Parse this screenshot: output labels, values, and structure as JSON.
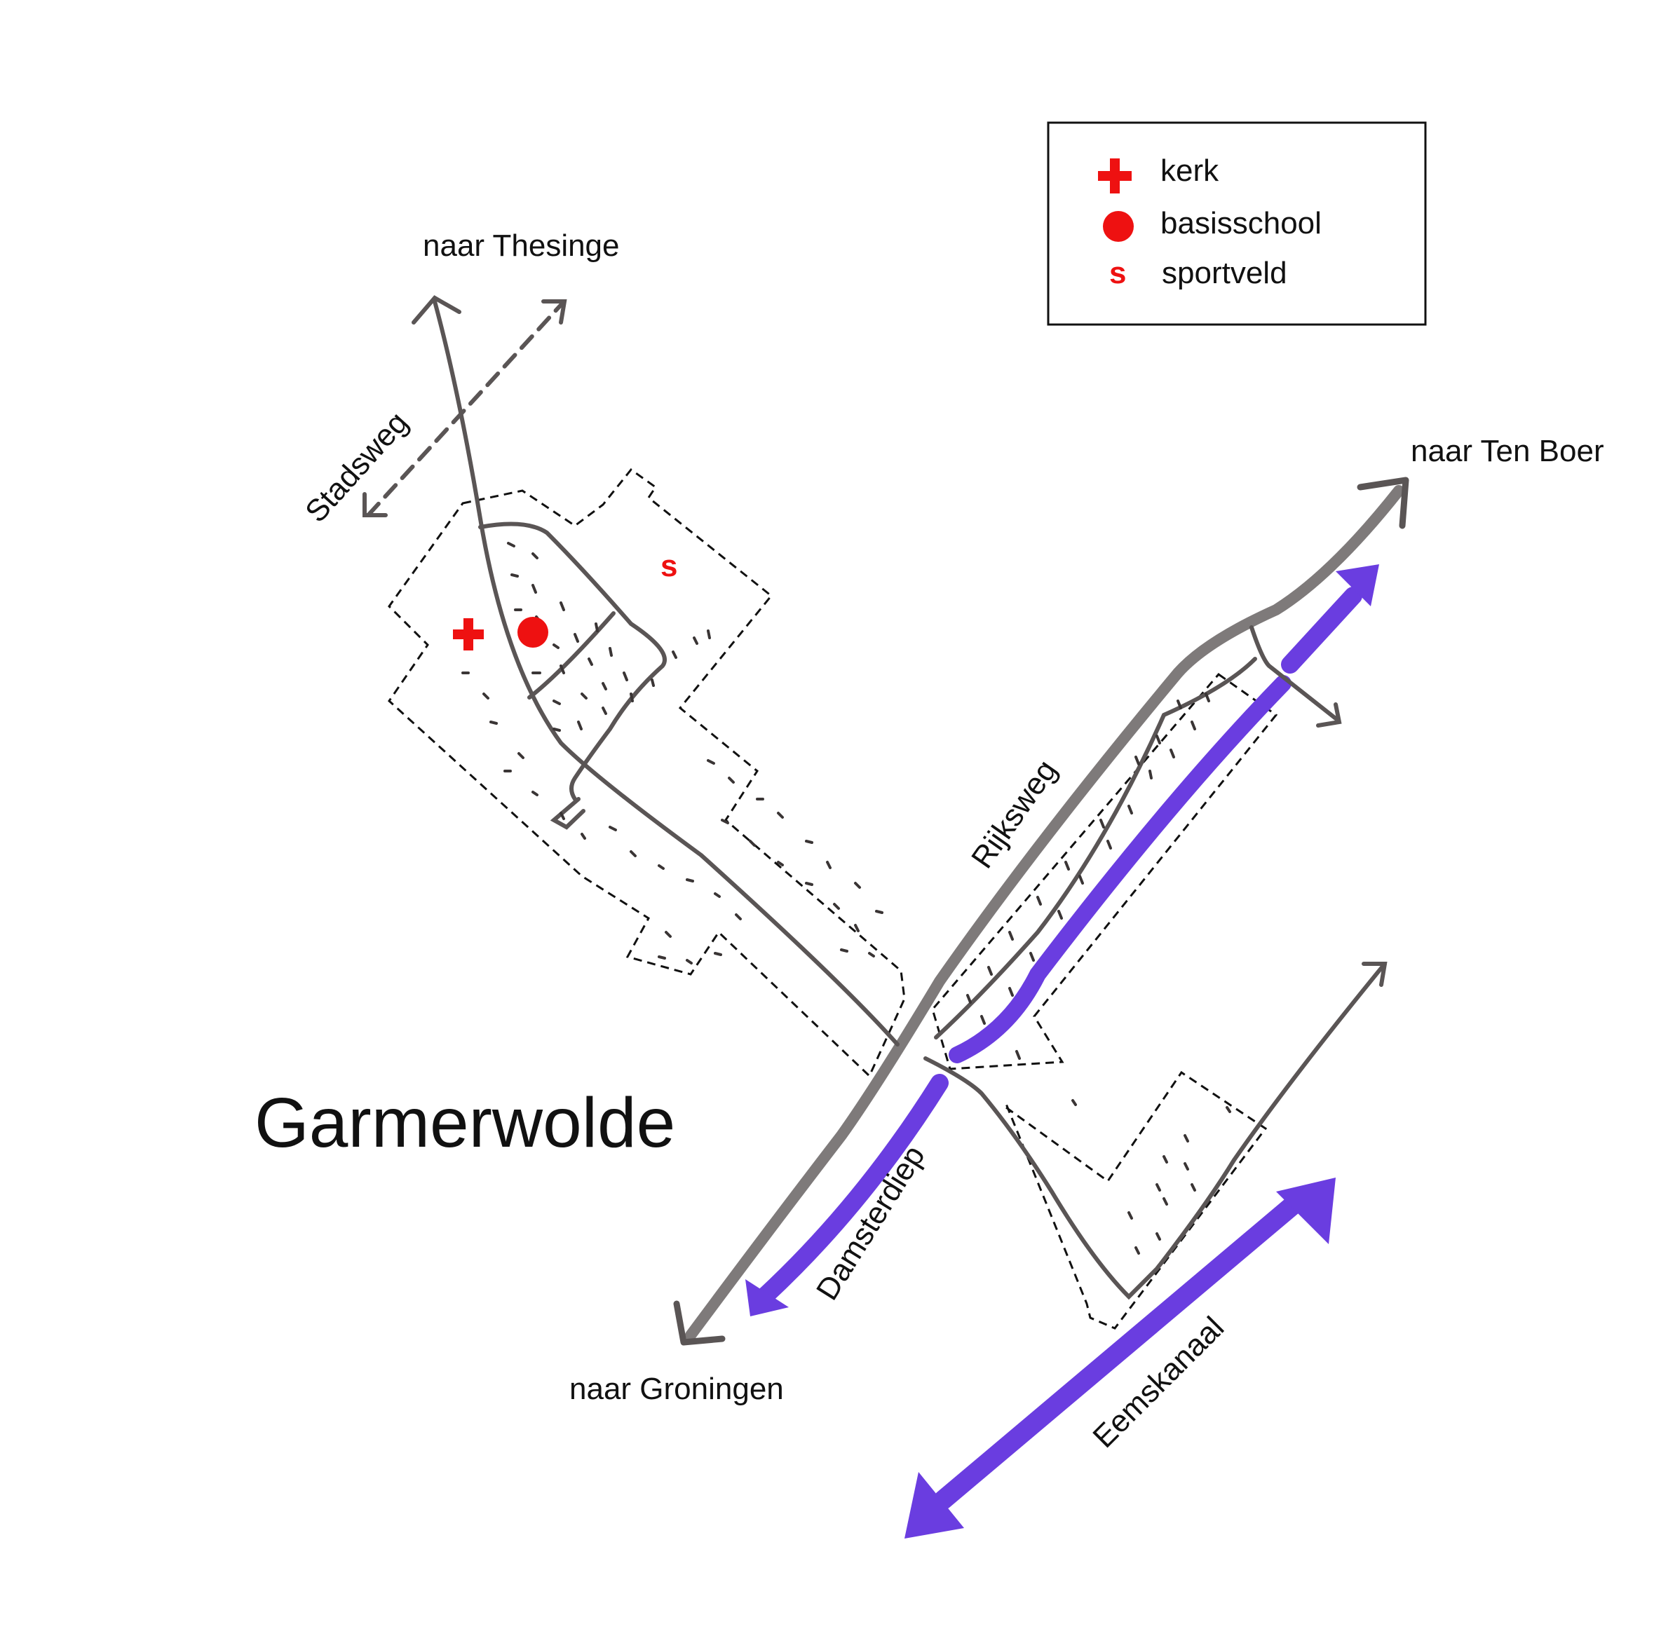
{
  "title": "Garmerwolde",
  "labels": {
    "thesinge": "naar Thesinge",
    "ten_boer": "naar Ten Boer",
    "groningen": "naar Groningen",
    "stadsweg": "Stadsweg",
    "rijksweg": "Rijksweg",
    "damsterdiep": "Damsterdiep",
    "eemskanaal": "Eemskanaal"
  },
  "legend": [
    {
      "symbol": "cross-icon",
      "label": "kerk"
    },
    {
      "symbol": "dot-icon",
      "label": "basisschool"
    },
    {
      "symbol": "s",
      "label": "sportveld"
    }
  ],
  "colors": {
    "road": "#7e7a7a",
    "road_dark": "#5a5555",
    "water": "#6a3de0",
    "marker": "#ee1111",
    "outline": "#111111",
    "text": "#111111"
  }
}
